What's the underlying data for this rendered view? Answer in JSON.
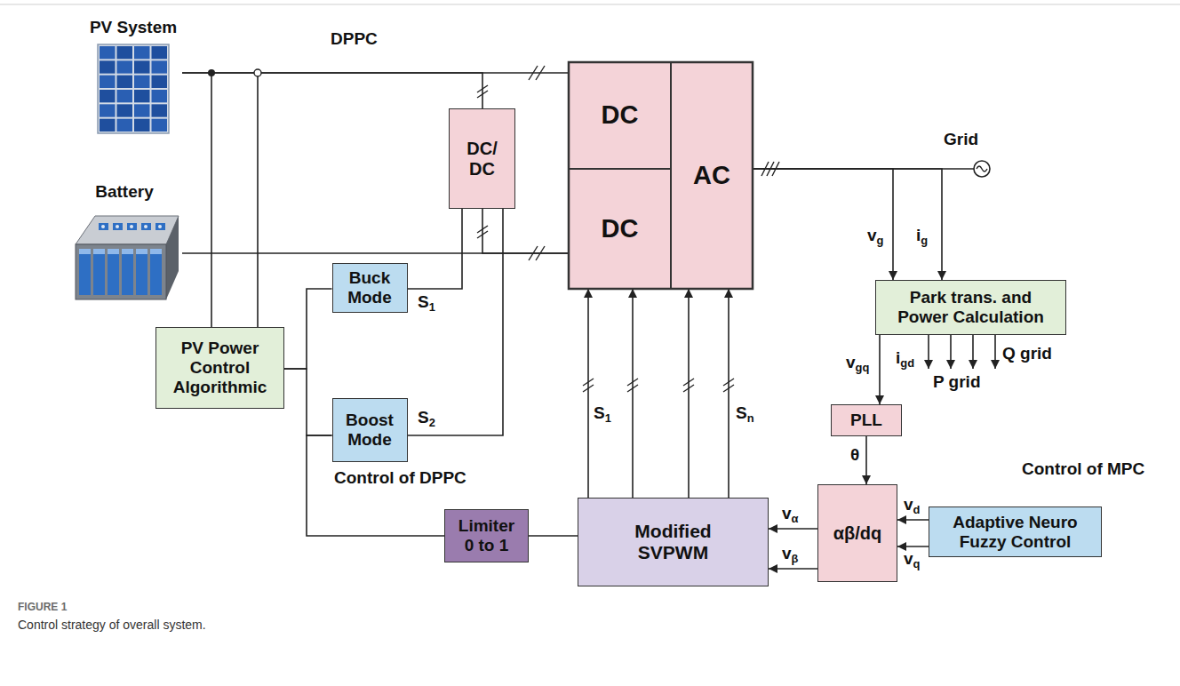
{
  "diagram": {
    "caption": "Control strategy of overall system.",
    "nodes": [
      {
        "text": [
          "PV System"
        ]
      },
      {
        "text": [
          "Battery"
        ]
      },
      {
        "text": [
          "DC/DC"
        ]
      },
      {
        "text": [
          "DC"
        ]
      },
      {
        "text": [
          "DC"
        ]
      },
      {
        "text": [
          "AC"
        ]
      },
      {
        "text": [
          "Grid"
        ]
      },
      {
        "text": [
          "Park trans. and Power Calculation"
        ]
      },
      {
        "text": [
          "PV Power Control Algorithmic"
        ]
      },
      {
        "text": [
          "Buck Mode"
        ]
      },
      {
        "text": [
          "Boost Mode"
        ]
      },
      {
        "text": [
          "PLL"
        ]
      },
      {
        "text": [
          "Modified SVPWM"
        ]
      },
      {
        "text": [
          "Limiter 0 to 1"
        ]
      },
      {
        "text": [
          "αβ/dq"
        ]
      },
      {
        "text": [
          "Adaptive Neuro Fuzzy Control"
        ]
      }
    ],
    "edges": [
      {
        "from": 0,
        "to": 3,
        "arrow": "none"
      },
      {
        "from": 0,
        "to": 2,
        "arrow": "none"
      },
      {
        "from": 1,
        "to": 4,
        "arrow": "none"
      },
      {
        "from": 2,
        "to": 4,
        "arrow": "none"
      },
      {
        "from": 8,
        "to": 0,
        "arrow": "none"
      },
      {
        "from": 8,
        "to": 0,
        "arrow": "none"
      },
      {
        "from": 8,
        "to": 9,
        "arrow": "none"
      },
      {
        "from": 8,
        "to": 10,
        "arrow": "none"
      },
      {
        "from": 9,
        "to": 2,
        "arrow": "none",
        "label": "S1"
      },
      {
        "from": 10,
        "to": 2,
        "arrow": "none",
        "label": "S2"
      },
      {
        "from": 13,
        "to": 10,
        "arrow": "none"
      },
      {
        "from": 12,
        "to": 13,
        "arrow": "none"
      },
      {
        "from": 12,
        "to": 4,
        "arrow": "to",
        "label": "S1"
      },
      {
        "from": 12,
        "to": 4,
        "arrow": "to"
      },
      {
        "from": 12,
        "to": 5,
        "arrow": "to"
      },
      {
        "from": 12,
        "to": 5,
        "arrow": "to",
        "label": "Sn"
      },
      {
        "from": 5,
        "to": 6,
        "arrow": "none"
      },
      {
        "from": 5,
        "to": 7,
        "arrow": "to",
        "label": "vg"
      },
      {
        "from": 5,
        "to": 7,
        "arrow": "to",
        "label": "ig"
      },
      {
        "from": 7,
        "to": 11,
        "arrow": "to",
        "label": "vgq"
      },
      {
        "from": 11,
        "to": 14,
        "arrow": "to",
        "label": "θ"
      },
      {
        "from": 15,
        "to": 14,
        "arrow": "to",
        "label": "vd"
      },
      {
        "from": 15,
        "to": 14,
        "arrow": "to",
        "label": "vq"
      },
      {
        "from": 14,
        "to": 12,
        "arrow": "to",
        "label": "vα"
      },
      {
        "from": 14,
        "to": 12,
        "arrow": "to",
        "label": "vβ"
      }
    ],
    "labels": [
      "DPPC",
      "Control of DPPC",
      "igd",
      "P grid",
      "Q grid",
      "Control of MPC",
      "FIGURE 1"
    ]
  }
}
